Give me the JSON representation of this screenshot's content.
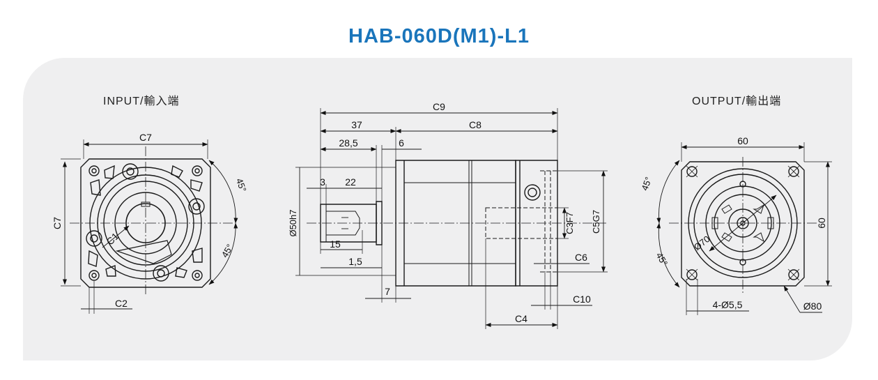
{
  "title": "HAB-060D(M1)-L1",
  "views": {
    "input_label": "INPUT/輸入端",
    "output_label": "OUTPUT/輸出端"
  },
  "dimensions": {
    "input": {
      "c7_top": "C7",
      "c7_left": "C7",
      "c1": "C1",
      "c2": "C2",
      "angle_top": "45°",
      "angle_bottom": "45°"
    },
    "side": {
      "c9": "C9",
      "d37": "37",
      "c8": "C8",
      "d28_5": "28,5",
      "d6": "6",
      "d3": "3",
      "d22": "22",
      "d50": "Ø50h7",
      "d15": "15",
      "d1_5": "1,5",
      "d7": "7",
      "c3": "C3F7",
      "c5": "C5G7",
      "c6": "C6",
      "c10": "C10",
      "c4": "C4"
    },
    "output": {
      "w60": "60",
      "h60": "60",
      "d70": "Ø70",
      "holes": "4-Ø5,5",
      "d80": "Ø80",
      "angle_top": "45°",
      "angle_bottom": "45°"
    }
  },
  "colors": {
    "title": "#1a75bb",
    "panel": "#efeff0",
    "line": "#1a1a1a"
  }
}
